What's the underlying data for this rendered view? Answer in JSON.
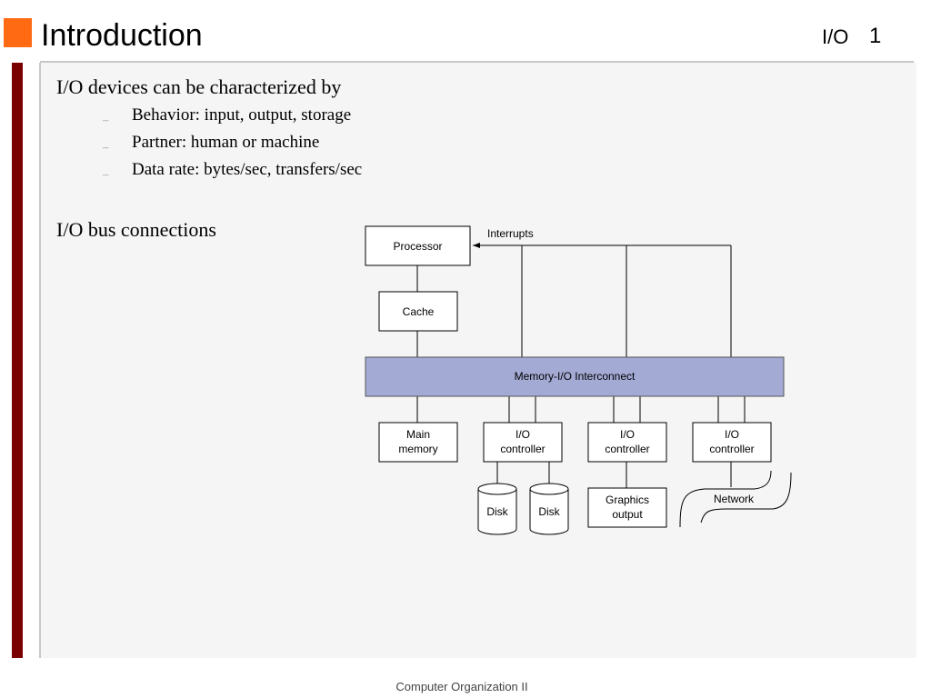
{
  "slide": {
    "title": "Introduction",
    "topic": "I/O",
    "page_number": "1",
    "footer": "Computer Organization II"
  },
  "content": {
    "heading1": "I/O devices can be characterized by",
    "bullets": [
      "Behavior: input, output, storage",
      "Partner: human or machine",
      "Data rate: bytes/sec, transfers/sec"
    ],
    "bullet_marker": "–",
    "heading2": "I/O bus connections"
  },
  "diagram": {
    "processor": "Processor",
    "interrupts": "Interrupts",
    "cache": "Cache",
    "interconnect": "Memory-I/O Interconnect",
    "main_memory": [
      "Main",
      "memory"
    ],
    "io_controller": [
      "I/O",
      "controller"
    ],
    "disk": "Disk",
    "graphics_output": [
      "Graphics",
      "output"
    ],
    "network": "Network",
    "interconnect_color": "#a3aad4",
    "title_square_color": "#ff6a13",
    "left_bar_color": "#7a0000"
  }
}
